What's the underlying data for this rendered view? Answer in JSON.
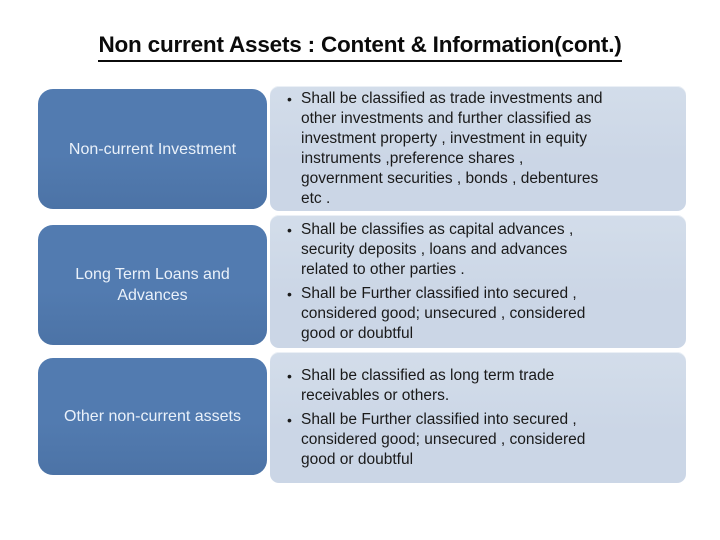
{
  "slide": {
    "title": "Non current Assets : Content & Information(cont.)"
  },
  "bullet_glyph": "•",
  "rows": [
    {
      "box_label": "Non-current Investment",
      "bullets": [
        "Shall be classified as trade investments and other investments and further classified as investment property , investment in equity instruments ,preference shares , government securities , bonds , debentures etc ."
      ]
    },
    {
      "box_label": "Long Term Loans and Advances",
      "bullets": [
        "Shall be classifies as capital advances , security deposits , loans and advances related to other parties .",
        "Shall be Further classified into secured , considered good; unsecured , considered good or doubtful"
      ]
    },
    {
      "box_label": "Other non-current assets",
      "bullets": [
        "Shall be classified as long term trade receivables or others.",
        "Shall be Further classified into secured , considered good; unsecured , considered good or doubtful"
      ]
    }
  ],
  "colors": {
    "background": "#ffffff",
    "title_text": "#0b0b0b",
    "box_fill": "#527bb0",
    "box_fill_dark": "#4c73a6",
    "box_text": "#eaf1fa",
    "panel_fill": "#cbd6e6",
    "panel_fill_top": "#d3ddea",
    "panel_text": "#1a1a1a"
  }
}
